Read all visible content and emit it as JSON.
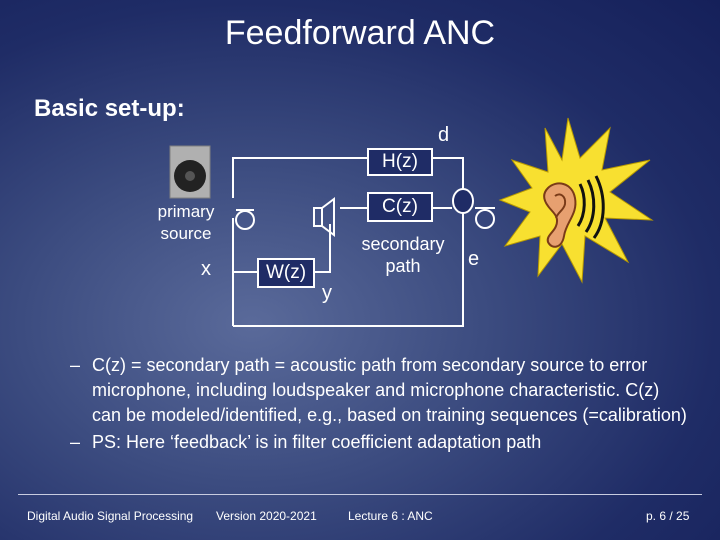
{
  "title": "Feedforward ANC",
  "subtitle": "Basic set-up:",
  "diagram": {
    "label_d": "d",
    "block_h": "H(z)",
    "block_c": "C(z)",
    "block_w": "W(z)",
    "primary_source": [
      "primary",
      "source"
    ],
    "label_x": "x",
    "label_y": "y",
    "secondary_path": [
      "secondary",
      "path"
    ],
    "label_e": "e"
  },
  "bullets": [
    "C(z) = secondary path = acoustic path from secondary source to error microphone, including loudspeaker and microphone characteristic. C(z) can be modeled/identified, e.g., based on training sequences (=calibration)",
    "PS: Here ‘feedback’ is in filter coefficient adaptation path"
  ],
  "footer": {
    "course": "Digital Audio Signal Processing",
    "version": "Version 2020-2021",
    "lecture": "Lecture 6 : ANC",
    "page": "p. 6 / 25"
  },
  "colors": {
    "background": "#2a3a78",
    "text": "#ffffff",
    "bang_yellow": "#f8e030",
    "ear": "#e7a070"
  }
}
